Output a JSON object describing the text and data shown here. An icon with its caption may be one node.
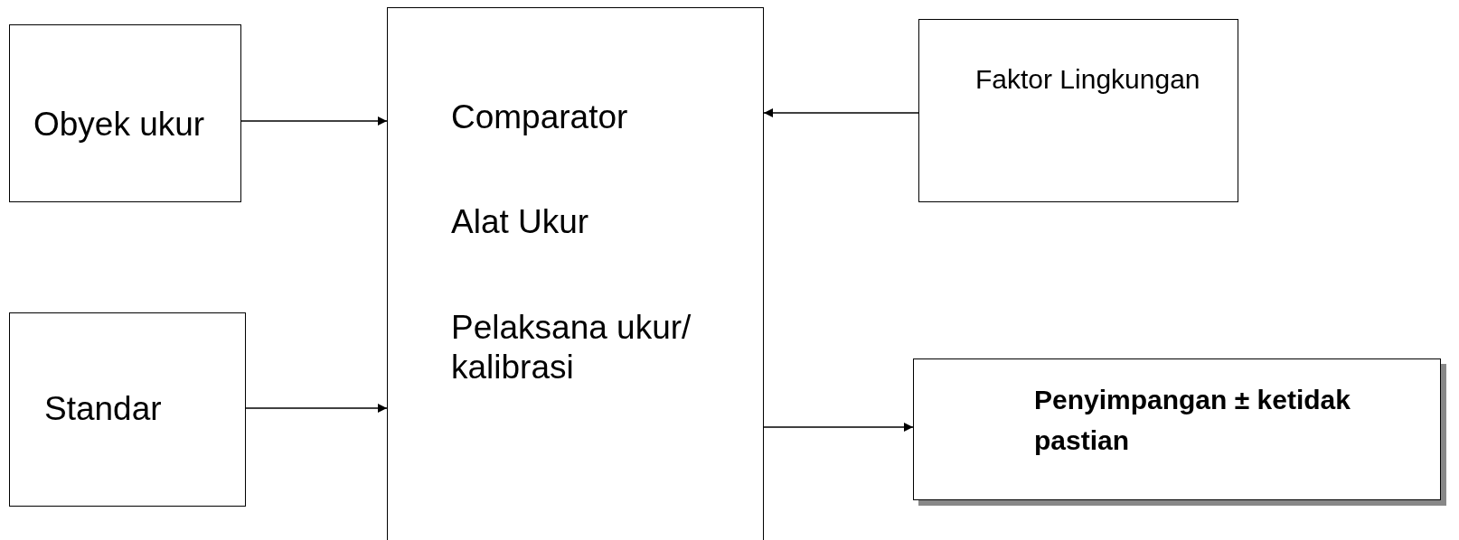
{
  "diagram": {
    "nodes": [
      {
        "text": [
          "Obyek ukur"
        ]
      },
      {
        "text": [
          "Comparator",
          "Alat Ukur",
          "Pelaksana ukur/ kalibrasi"
        ]
      },
      {
        "text": [
          "Faktor Lingkungan"
        ]
      },
      {
        "text": [
          "Standar"
        ]
      },
      {
        "text": [
          "Penyimpangan ± ketidak pastian"
        ]
      }
    ],
    "edges": [
      {
        "from": 0,
        "to": 1,
        "arrow": "to"
      },
      {
        "from": 2,
        "to": 1,
        "arrow": "to"
      },
      {
        "from": 3,
        "to": 1,
        "arrow": "to"
      },
      {
        "from": 1,
        "to": 4,
        "arrow": "to"
      }
    ]
  }
}
